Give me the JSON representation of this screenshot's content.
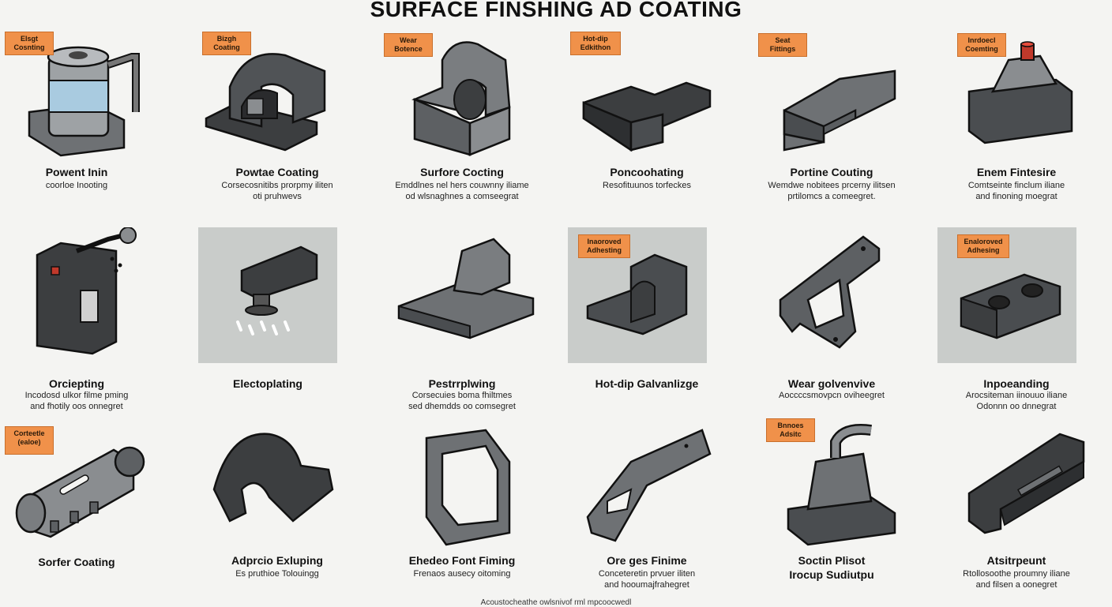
{
  "title": "SURFACE FINSHING AD COATING",
  "footnote": "Acoustocheathe owlsnivof rml mpcoocwedl",
  "colors": {
    "badge": "#f0914a",
    "metal_dark": "#3c3e40",
    "metal_mid": "#6e7174",
    "panel_bg": "#c9ccca"
  },
  "rows": [
    [
      {
        "badge": "Elsgt Cosnting",
        "label": "Powent Inin",
        "desc": [
          "coorloe Inooting"
        ],
        "icon": "vessel-with-pipe-icon"
      },
      {
        "badge": "Bizgh Coating",
        "label": "Powtae Coating",
        "desc": [
          "Corsecosnitibs prorpmy iliten",
          "oti pruhwevs"
        ],
        "icon": "arched-bracket-icon"
      },
      {
        "badge": "Wear Botence",
        "label": "Surfore Cocting",
        "desc": [
          "Emddlnes nel hers couwnny iliame",
          "od wlsnaghnes a comseegrat"
        ],
        "icon": "u-block-icon"
      },
      {
        "badge": "Hot-dip Edkithon",
        "label": "Poncoohating",
        "desc": [
          "Resofituunos torfeckes"
        ],
        "icon": "flat-channel-icon"
      },
      {
        "badge": "Seat Fittings",
        "label": "Portine Couting",
        "desc": [
          "Wemdwe nobitees prcerny ilitsen",
          "prtilomcs a comeegret."
        ],
        "icon": "rail-block-icon"
      },
      {
        "badge": "Inrdoecl Coemting",
        "label": "Enem Fintesire",
        "desc": [
          "Comtseinte finclum iliane",
          "and finoning moegrat"
        ],
        "icon": "block-red-cap-icon"
      }
    ],
    [
      {
        "badge": "",
        "label": "Orciepting",
        "desc": [
          "Incodosd ulkor filme pming",
          "and fhotily oos onnegret"
        ],
        "icon": "spray-tower-icon"
      },
      {
        "badge": "",
        "label": "Electoplating",
        "desc": [],
        "icon": "spray-block-icon"
      },
      {
        "badge": "",
        "label": "Pestrrplwing",
        "desc": [
          "Corsecuies boma fhiltmes",
          "sed dhemdds oo comsegret"
        ],
        "icon": "l-plate-icon"
      },
      {
        "badge": "Inaoroved Adhesting",
        "label": "Hot-dip Galvanlizge",
        "desc": [],
        "icon": "u-channel-icon"
      },
      {
        "badge": "",
        "label": "Wear golvenvive",
        "desc": [
          "Aoccccsmovpcn oviheegret"
        ],
        "icon": "frame-bracket-icon"
      },
      {
        "badge": "Enaloroved Adhesing",
        "label": "Inpoeanding",
        "desc": [
          "Arocsiteman iinouuo iliane",
          "Odonnn oo dnnegrat"
        ],
        "icon": "twin-hole-block-icon"
      }
    ],
    [
      {
        "badge": "Corteetle (ealoe)",
        "label": "Sorfer Coating",
        "desc": [],
        "icon": "cylinder-fitting-icon"
      },
      {
        "badge": "",
        "label": "Adprcio Exluping",
        "desc": [
          "Es pruthioe Tolouingg"
        ],
        "icon": "hook-bracket-icon"
      },
      {
        "badge": "",
        "label": "Ehedeo Font Fiming",
        "desc": [
          "Frenaos ausecy oitoming"
        ],
        "icon": "square-ring-icon"
      },
      {
        "badge": "",
        "label": "Ore ges Finime",
        "desc": [
          "Conceteretin prvuer iliten",
          "and hooumajfrahegret"
        ],
        "icon": "angled-plate-icon"
      },
      {
        "badge": "Bnnoes Adsitc",
        "label": "Soctin Plisot",
        "label2": "Irocup Sudiutpu",
        "desc": [],
        "icon": "pedestal-pipe-icon"
      },
      {
        "badge": "",
        "label": "Atsitrpeunt",
        "desc": [
          "Rtollosoothe proumny iliane",
          "and filsen a oonegret"
        ],
        "icon": "rail-slot-icon"
      }
    ]
  ]
}
